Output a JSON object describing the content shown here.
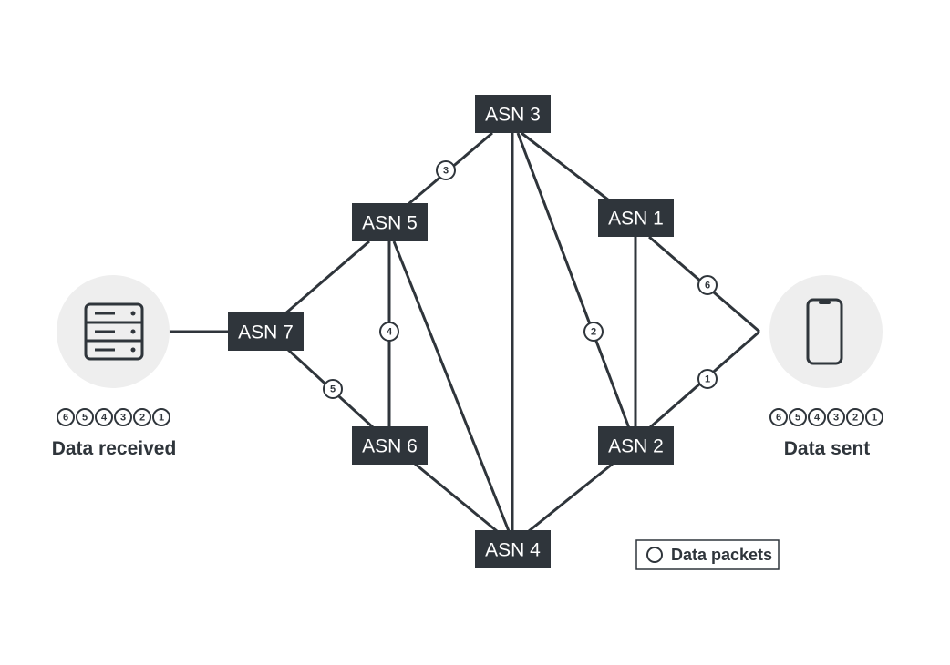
{
  "nodes": {
    "asn1": "ASN 1",
    "asn2": "ASN 2",
    "asn3": "ASN 3",
    "asn4": "ASN 4",
    "asn5": "ASN 5",
    "asn6": "ASN 6",
    "asn7": "ASN 7"
  },
  "route_packets": {
    "p1": "1",
    "p2": "2",
    "p3": "3",
    "p4": "4",
    "p5": "5",
    "p6": "6"
  },
  "received": {
    "caption": "Data received",
    "packets": [
      "6",
      "5",
      "4",
      "3",
      "2",
      "1"
    ]
  },
  "sent": {
    "caption": "Data sent",
    "packets": [
      "6",
      "5",
      "4",
      "3",
      "2",
      "1"
    ]
  },
  "legend": {
    "label": "Data packets"
  },
  "icons": {
    "receiver": "server-icon",
    "sender": "smartphone-icon",
    "legend_marker": "packet-circle-icon"
  },
  "colors": {
    "node_fill": "#2f353b",
    "node_text": "#ffffff",
    "icon_background": "#eeeeee"
  }
}
